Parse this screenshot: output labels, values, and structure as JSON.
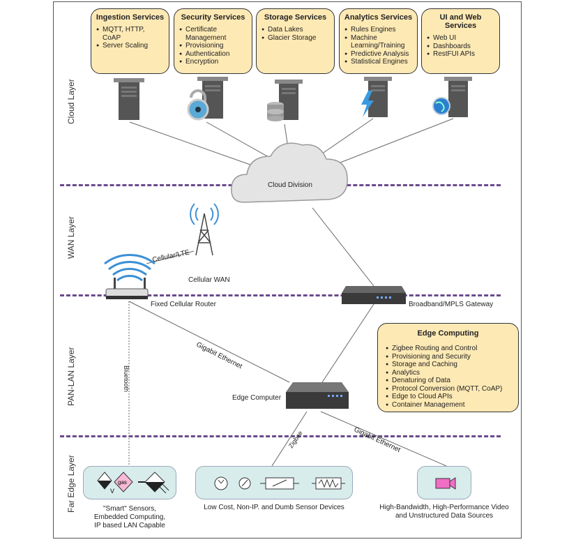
{
  "layers": {
    "cloud": "Cloud Layer",
    "wan": "WAN Layer",
    "pan_lan": "PAN-LAN Layer",
    "far_edge": "Far Edge Layer"
  },
  "services": [
    {
      "title": "Ingestion Services",
      "items": [
        "MQTT, HTTP, CoAP",
        "Server Scaling"
      ]
    },
    {
      "title": "Security Services",
      "items": [
        "Certificate Management",
        "Provisioning",
        "Authentication",
        "Encryption"
      ]
    },
    {
      "title": "Storage Services",
      "items": [
        "Data Lakes",
        "Glacier Storage"
      ]
    },
    {
      "title": "Analytics Services",
      "items": [
        "Rules Engines",
        "Machine Learning/Training",
        "Predictive Analysis",
        "Statistical Engines"
      ]
    },
    {
      "title": "UI and Web Services",
      "items": [
        "Web UI",
        "Dashboards",
        "RestFUI APIs"
      ]
    }
  ],
  "cloud_label": "Cloud Division",
  "links": {
    "cellular_lte": "Cellular/LTE",
    "gigabit_ethernet_1": "Gigabit Ethernet",
    "gigabit_ethernet_2": "Gigabit Ethernet",
    "bluetooth": "Bluetooth",
    "zigbee": "Zigbee"
  },
  "nodes": {
    "cellular_wan": "Cellular WAN",
    "fixed_router": "Fixed Cellular Router",
    "gateway": "Broadband/MPLS Gateway",
    "edge_computer": "Edge Computer"
  },
  "edge_computing": {
    "title": "Edge Computing",
    "items": [
      "Zigbee Routing and Control",
      "Provisioning and Security",
      "Storage and Caching",
      "Analytics",
      "Denaturing of Data",
      "Protocol Conversion (MQTT, CoAP)",
      "Edge to Cloud APIs",
      "Container Management"
    ]
  },
  "far_edge": {
    "smart_sensors": [
      "\"Smart\" Sensors,",
      "Embedded Computing,",
      "IP based LAN Capable"
    ],
    "dumb_sensors": "Low Cost, Non-IP. and Dumb Sensor Devices",
    "video": [
      "High-Bandwidth, High-Performance Video",
      "and Unstructured Data Sources"
    ],
    "sensor_v": "V",
    "sensor_gas": "gas"
  },
  "colors": {
    "service_fill": "#fde9b4",
    "divider": "#6a4a8c",
    "device_box": "#d8ecec"
  }
}
